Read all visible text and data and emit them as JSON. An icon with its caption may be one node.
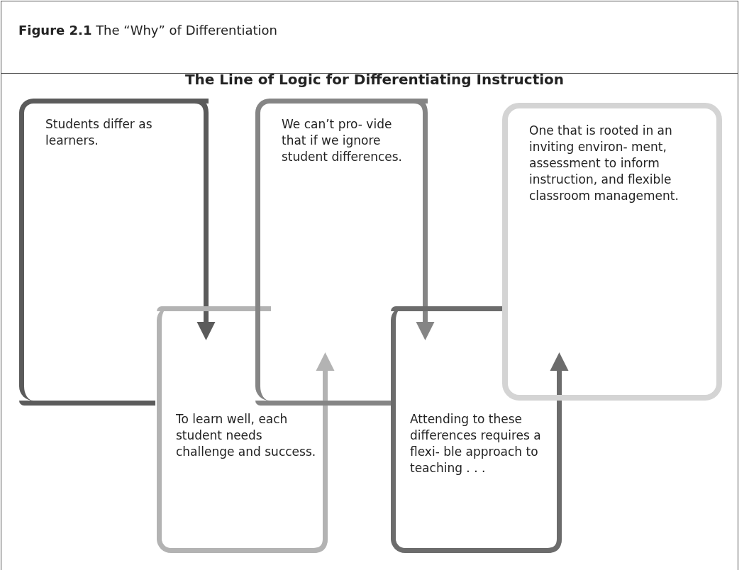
{
  "diagram": {
    "title": "The Line of Logic for Differentiating Instruction",
    "nodes": [
      {
        "text": [
          "Students differ as learners."
        ]
      },
      {
        "text": [
          "To learn well, each student needs challenge and success."
        ]
      },
      {
        "text": [
          "We can’t pro- vide that if we ignore student differences."
        ]
      },
      {
        "text": [
          "Attending to these differences requires a flexi- ble approach to teaching . . ."
        ]
      },
      {
        "text": [
          "One that is rooted in an inviting environ- ment, assessment to inform instruction, and flexible classroom management."
        ]
      }
    ],
    "edges": [
      {
        "from": 0,
        "to": 1,
        "arrow": "to",
        "color": "#5b5b5b"
      },
      {
        "from": 1,
        "to": 2,
        "arrow": "to",
        "color": "#b3b3b3"
      },
      {
        "from": 2,
        "to": 3,
        "arrow": "to",
        "color": "#858585"
      },
      {
        "from": 3,
        "to": 4,
        "arrow": "to",
        "color": "#6c6c6c"
      }
    ],
    "labels": [
      "**Figure 2.1** The “Why” of Differentiation"
    ]
  }
}
